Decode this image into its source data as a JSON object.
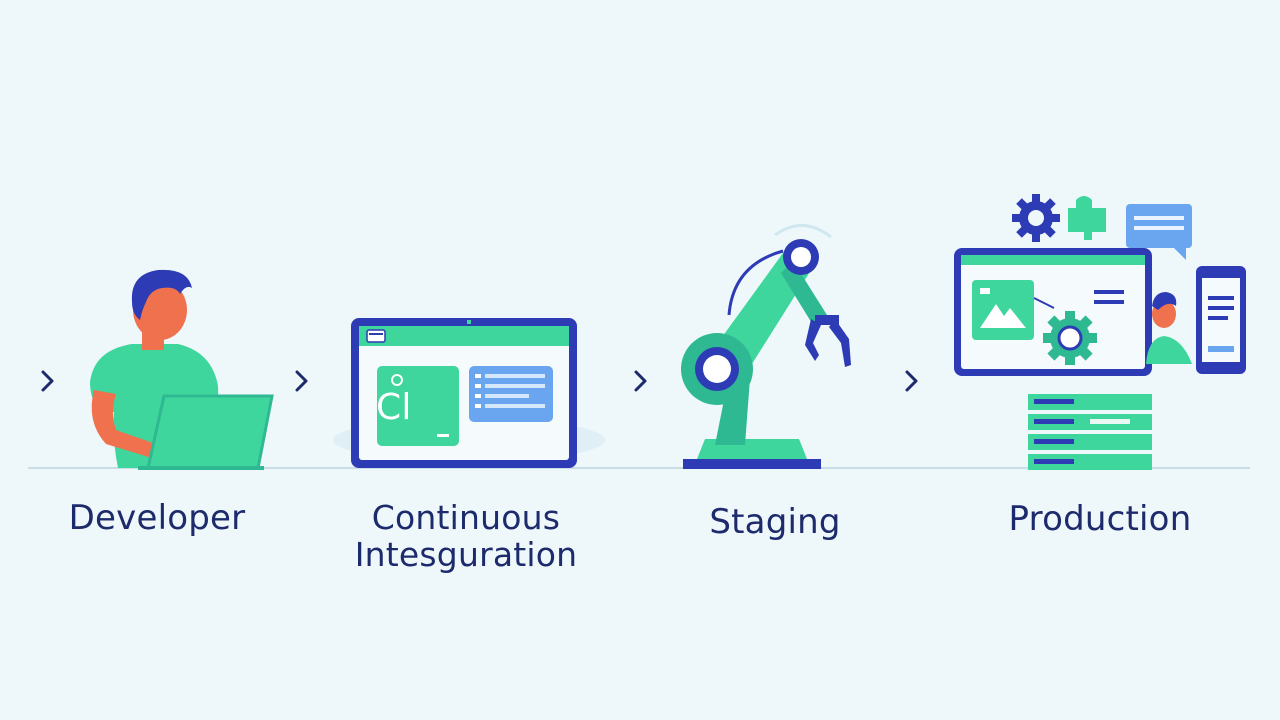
{
  "stages": [
    {
      "id": "developer",
      "label": "Developer"
    },
    {
      "id": "ci",
      "label_line1": "Continuous",
      "label_line2": "Intesguration",
      "badge": "Cl"
    },
    {
      "id": "staging",
      "label": "Staging"
    },
    {
      "id": "production",
      "label": "Production"
    }
  ],
  "colors": {
    "background": "#eef8fb",
    "navy": "#1d2a6b",
    "indigo": "#2d3bb5",
    "green": "#3ed69c",
    "teal": "#2fb992",
    "orange": "#f0714e",
    "lightblue": "#6aa6f0",
    "hair": "#2a3fb0"
  },
  "icons": [
    "chevron-right-icon",
    "developer-icon",
    "laptop-icon",
    "ci-monitor-icon",
    "robot-arm-icon",
    "gear-icon",
    "server-rack-icon",
    "phone-icon",
    "chat-bubble-icon"
  ]
}
